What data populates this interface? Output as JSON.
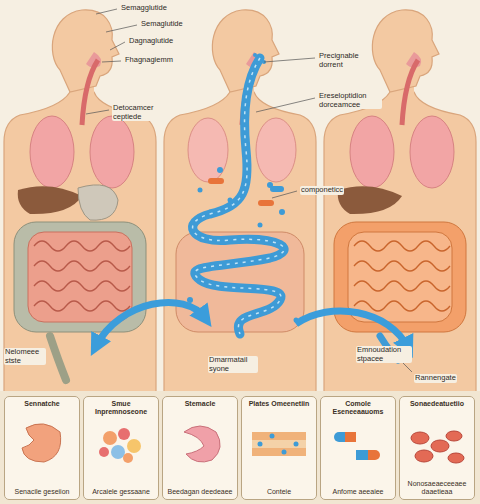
{
  "diagram": {
    "nodes": [
      {
        "text": [
          "Sennatche",
          "Senacile geseiion"
        ]
      },
      {
        "text": [
          "Smue Inpremnoseone",
          "Arcaiele gessaane"
        ]
      },
      {
        "text": [
          "Stemacle",
          "Beedagan deedeaee"
        ]
      },
      {
        "text": [
          "Plates Omeenetiin",
          "Conteie"
        ]
      },
      {
        "text": [
          "Comole Eseneeaauoms",
          "Anfome aeeaiee"
        ]
      },
      {
        "text": [
          "Sonaedeatuetiio",
          "Nonosaeaeceeaee daaetieaa"
        ]
      }
    ],
    "labels": [
      "Semagglutide",
      "Semaglutide",
      "Dagnaglutide",
      "Precignable dorrent",
      "Fhagnagiemm",
      "Ereseloptidion dorceamcee",
      "Detocamcer ceptiede",
      "componeticc",
      "Emnoudation stpacee",
      "Nelomeee stste",
      "Dmarmatail syone",
      "Rannengate"
    ]
  }
}
